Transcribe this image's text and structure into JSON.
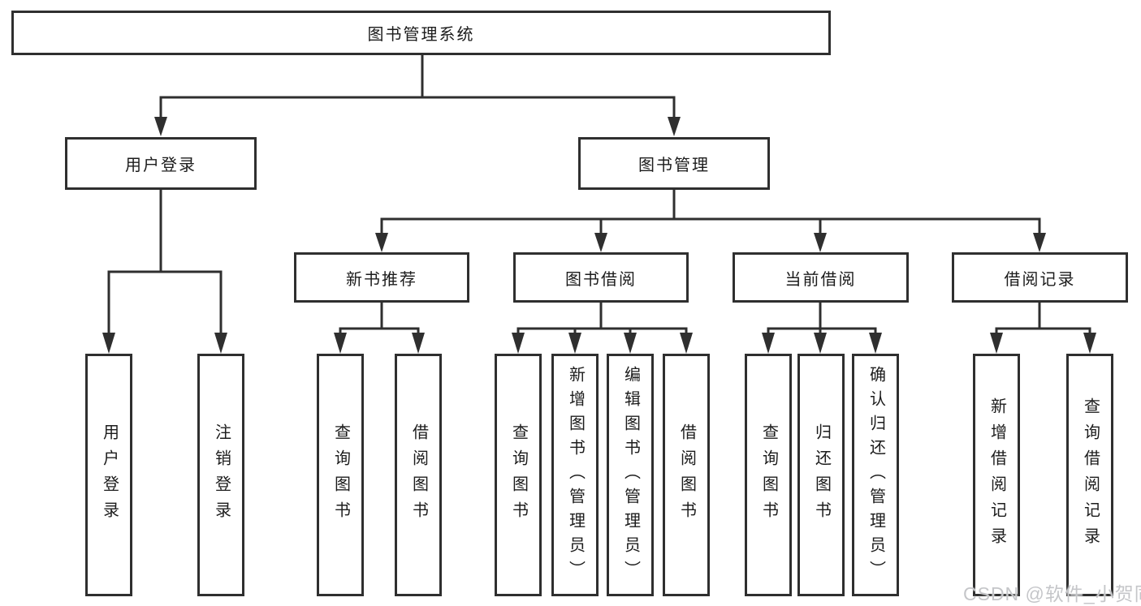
{
  "tree": {
    "root": {
      "label": "图书管理系统"
    },
    "branches": [
      {
        "label": "用户登录",
        "leaves": [
          {
            "label": "用户登录"
          },
          {
            "label": "注销登录"
          }
        ]
      },
      {
        "label": "图书管理",
        "groups": [
          {
            "label": "新书推荐",
            "leaves": [
              {
                "label": "查询图书"
              },
              {
                "label": "借阅图书"
              }
            ]
          },
          {
            "label": "图书借阅",
            "leaves": [
              {
                "label": "查询图书"
              },
              {
                "label": "新增图书（管理员）"
              },
              {
                "label": "编辑图书（管理员）"
              },
              {
                "label": "借阅图书"
              }
            ]
          },
          {
            "label": "当前借阅",
            "leaves": [
              {
                "label": "查询图书"
              },
              {
                "label": "归还图书"
              },
              {
                "label": "确认归还（管理员）"
              }
            ]
          },
          {
            "label": "借阅记录",
            "leaves": [
              {
                "label": "新增借阅记录"
              },
              {
                "label": "查询借阅记录"
              }
            ]
          }
        ]
      }
    ]
  },
  "watermark": {
    "text": "CSDN @软件_小贺同学"
  },
  "colors": {
    "line": "#2f2f2f",
    "box_border": "#2f2f2f",
    "box_background": "#ffffff",
    "text": "#1c1c1c",
    "watermark": "#c5c6c9",
    "page_background": "#ffffff"
  }
}
